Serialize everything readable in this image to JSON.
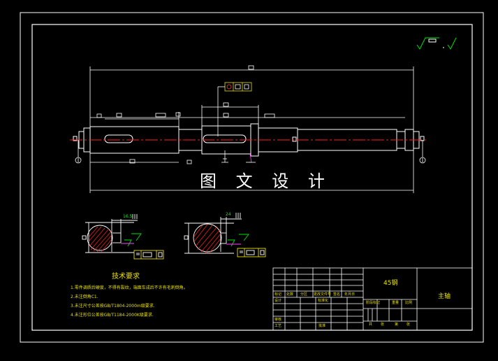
{
  "watermark": "图 文 设 计",
  "tech_requirements": {
    "title": "技术要求",
    "items": [
      "1.零件调质后硬度，不得有裂纹，端面车成后不许有毛刺倒角。",
      "2.未注倒角C1.",
      "3.未注尺寸公差按GB/T1804-2000m级要求.",
      "4.未注形位公差按GB/T1184-2000K级要求."
    ]
  },
  "section_dims": {
    "left": "16.5",
    "right": "24"
  },
  "title_block": {
    "material": "45钢",
    "part_name": "主轴",
    "row_labels": [
      "标记",
      "处数",
      "分区",
      "更改文件号",
      "签名",
      "年月日"
    ],
    "design": "设计",
    "standardize": "标准化",
    "stage_mark": "阶段标记",
    "weight": "重量",
    "scale": "比例",
    "review": "审核",
    "process": "工艺",
    "approve": "批准",
    "sheet_total": "共",
    "sheet_no": "第",
    "sheet_unit": "张"
  },
  "colors": {
    "frame": "#ffffff",
    "outline": "#ffffff",
    "centerline": "#ff2020",
    "dimension": "#ffffff",
    "text_yellow": "#e8e000",
    "text_green": "#22e020",
    "hatch": "#ff2020",
    "symbol": "#00e000",
    "magenta": "#ff40ff"
  }
}
